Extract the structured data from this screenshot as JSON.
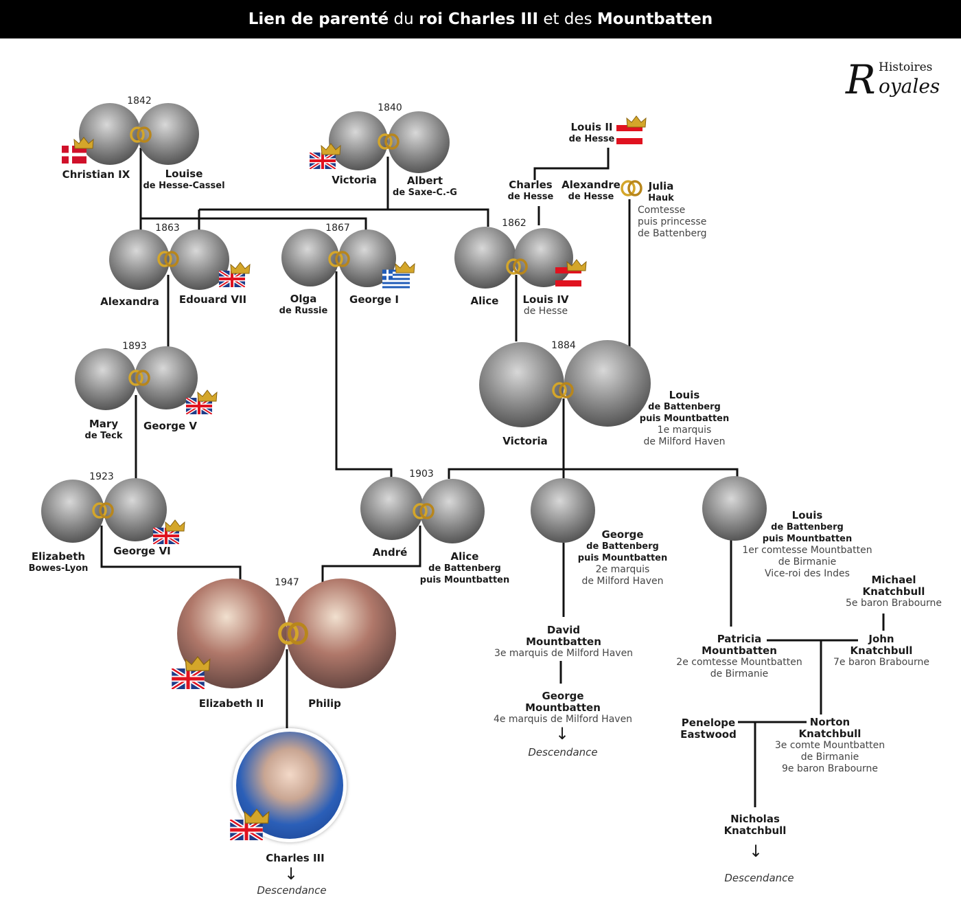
{
  "title": {
    "p1": "Lien de parenté",
    "p2": " du ",
    "p3": "roi Charles III",
    "p4": " et des ",
    "p5": "Mountbatten"
  },
  "logo": {
    "text": "Histoires Royales",
    "line1": "Histoires",
    "line2": "oyales",
    "initial": "R"
  },
  "years": {
    "christian": "1842",
    "victoria": "1840",
    "edouard": "1863",
    "george1": "1867",
    "alice": "1862",
    "georgev": "1893",
    "louisb": "1884",
    "georgevi": "1923",
    "andre": "1903",
    "elizabeth2": "1947"
  },
  "people": {
    "christian_ix": {
      "name": "Christian IX"
    },
    "louise": {
      "name": "Louise",
      "sub": "de Hesse-Cassel"
    },
    "victoria_q": {
      "name": "Victoria"
    },
    "albert": {
      "name": "Albert",
      "sub": "de Saxe-C.-G"
    },
    "louis_ii": {
      "name": "Louis II",
      "sub": "de Hesse"
    },
    "charles_h": {
      "name": "Charles",
      "sub": "de Hesse"
    },
    "alexandre_h": {
      "name": "Alexandre",
      "sub": "de Hesse"
    },
    "julia": {
      "name": "Julia",
      "sub": "Hauk",
      "t1": "Comtesse",
      "t2": "puis princesse",
      "t3": "de Battenberg"
    },
    "alexandra": {
      "name": "Alexandra"
    },
    "edouard": {
      "name": "Edouard VII"
    },
    "olga": {
      "name": "Olga",
      "sub": "de Russie"
    },
    "george_i": {
      "name": "George I"
    },
    "alice_h": {
      "name": "Alice"
    },
    "louis_iv": {
      "name": "Louis IV",
      "t1": "de Hesse"
    },
    "mary": {
      "name": "Mary",
      "sub": "de Teck"
    },
    "george_v": {
      "name": "George V"
    },
    "victoria_b": {
      "name": "Victoria"
    },
    "louis_b": {
      "name": "Louis",
      "sub1": "de Battenberg",
      "sub2": "puis Mountbatten",
      "t1": "1e marquis",
      "t2": "de Milford Haven"
    },
    "elizabeth_bl": {
      "name": "Elizabeth",
      "sub": "Bowes-Lyon"
    },
    "george_vi": {
      "name": "George VI"
    },
    "andre": {
      "name": "André"
    },
    "alice_b": {
      "name": "Alice",
      "sub1": "de Battenberg",
      "sub2": "puis Mountbatten"
    },
    "george_m": {
      "name": "George",
      "sub1": "de Battenberg",
      "sub2": "puis Mountbatten",
      "t1": "2e marquis",
      "t2": "de Milford Haven"
    },
    "louis_m": {
      "name": "Louis",
      "sub1": "de Battenberg",
      "sub2": "puis Mountbatten",
      "t1": "1er comtesse Mountbatten",
      "t2": "de Birmanie",
      "t3": "Vice-roi des Indes"
    },
    "elizabeth_ii": {
      "name": "Elizabeth II"
    },
    "philip": {
      "name": "Philip"
    },
    "charles_iii": {
      "name": "Charles III"
    },
    "david_m": {
      "name1": "David",
      "name2": "Mountbatten",
      "t1": "3e marquis de Milford Haven"
    },
    "george_m4": {
      "name1": "George",
      "name2": "Mountbatten",
      "t1": "4e marquis de Milford Haven"
    },
    "michael_k": {
      "name1": "Michael",
      "name2": "Knatchbull",
      "t1": "5e baron Brabourne"
    },
    "john_k": {
      "name1": "John",
      "name2": "Knatchbull",
      "t1": "7e baron Brabourne"
    },
    "patricia": {
      "name1": "Patricia",
      "name2": "Mountbatten",
      "t1": "2e comtesse Mountbatten",
      "t2": "de Birmanie"
    },
    "penelope": {
      "name1": "Penelope",
      "name2": "Eastwood"
    },
    "norton": {
      "name1": "Norton",
      "name2": "Knatchbull",
      "t1": "3e comte Mountbatten",
      "t2": "de Birmanie",
      "t3": "9e baron Brabourne"
    },
    "nicholas": {
      "name1": "Nicholas",
      "name2": "Knatchbull"
    }
  },
  "descendance": "Descendance",
  "colors": {
    "gold": "#d4a62a",
    "red": "#e0121f",
    "uk_blue": "#1f3c88",
    "greek_blue": "#1f5bb8"
  }
}
